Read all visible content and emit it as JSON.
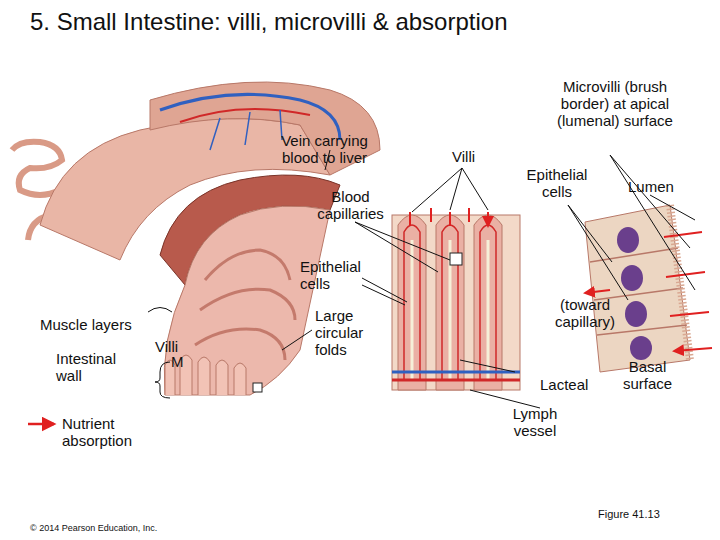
{
  "diagram": {
    "title": "5. Small Intestine: villi, microvilli & absorption",
    "caption": "Figure 41.13",
    "labels": [
      "Vein carrying blood to liver",
      "Blood capillaries",
      "Villi",
      "Microvilli (brush border) at apical (lumenal) surface",
      "Epithelial cells",
      "Lumen",
      "Epithelial cells",
      "Large circular folds",
      "(toward capillary)",
      "Muscle layers",
      "Villi",
      "M",
      "Intestinal wall",
      "Lacteal",
      "Basal surface",
      "Lymph vessel",
      "© 2014 Pearson Education, Inc."
    ],
    "legend": [
      {
        "text": "Nutrient absorption"
      }
    ]
  }
}
